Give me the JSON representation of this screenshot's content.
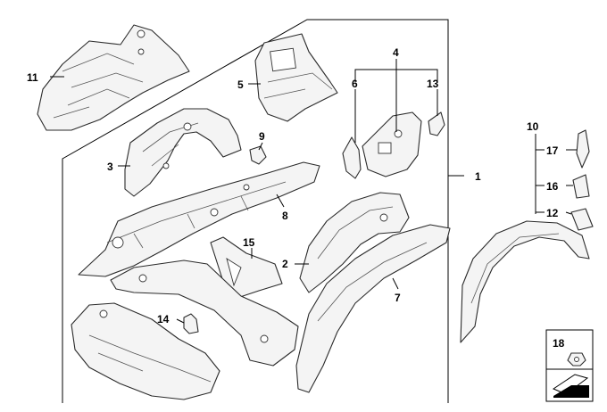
{
  "callouts": {
    "c1": "1",
    "c2": "2",
    "c3": "3",
    "c4": "4",
    "c5": "5",
    "c6": "6",
    "c7": "7",
    "c8": "8",
    "c9": "9",
    "c10": "10",
    "c11": "11",
    "c12": "12",
    "c13": "13",
    "c14": "14",
    "c15": "15",
    "c16": "16",
    "c17": "17",
    "c18": "18"
  },
  "legend": {
    "label": "18",
    "icon": "clip-icon"
  },
  "corner_icon": "arrow-icon"
}
